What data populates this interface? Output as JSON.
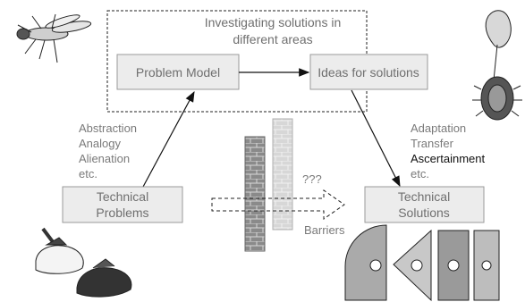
{
  "search_area": {
    "title_line1": "Investigating solutions in",
    "title_line2": "different areas"
  },
  "boxes": {
    "problem_model": "Problem Model",
    "ideas": "Ideas for solutions",
    "technical_problems": [
      "Technical",
      "Problems"
    ],
    "technical_solutions": [
      "Technical",
      "Solutions"
    ]
  },
  "methods_left": [
    "Abstraction",
    "Analogy",
    "Alienation",
    "etc."
  ],
  "methods_right": [
    "Adaptation",
    "Transfer",
    "Ascertainment",
    "etc."
  ],
  "barrier": {
    "question": "???",
    "label": "Barriers"
  },
  "illustrations": {
    "top_left": "fly-illustration",
    "top_right": "plant-illustration",
    "bottom_left": "vacuum-nozzle-illustration",
    "bottom_right": "perforated-tiles-illustration"
  },
  "colors": {
    "box_fill": "#ececec",
    "box_stroke": "#9a9a9a",
    "brick_dark": "#8a8a8a",
    "brick_light": "#d6d6d6"
  }
}
